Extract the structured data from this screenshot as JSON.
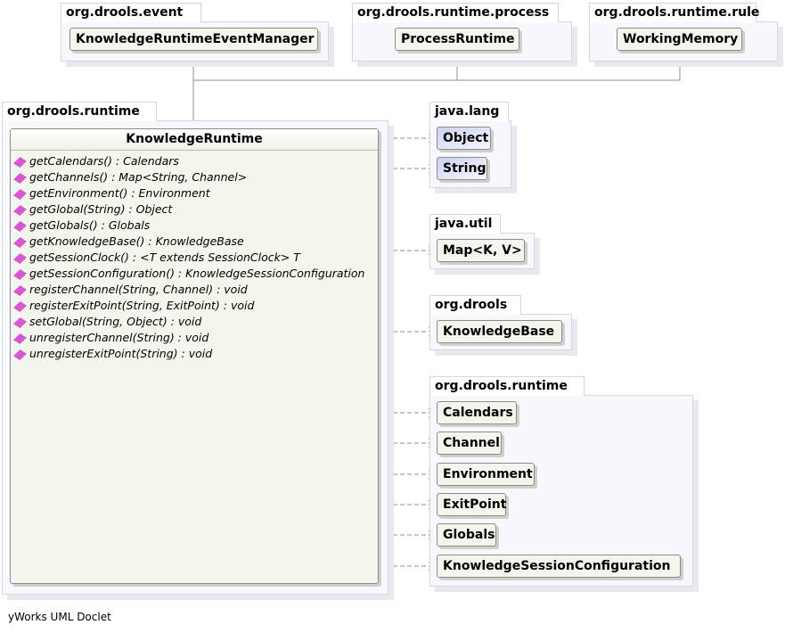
{
  "packages": {
    "event": {
      "name": "org.drools.event",
      "classes": [
        "KnowledgeRuntimeEventManager"
      ]
    },
    "process": {
      "name": "org.drools.runtime.process",
      "classes": [
        "ProcessRuntime"
      ]
    },
    "rule": {
      "name": "org.drools.runtime.rule",
      "classes": [
        "WorkingMemory"
      ]
    },
    "runtime_main": {
      "name": "org.drools.runtime"
    },
    "java_lang": {
      "name": "java.lang",
      "classes": [
        "Object",
        "String"
      ]
    },
    "java_util": {
      "name": "java.util",
      "classes": [
        "Map<K, V>"
      ]
    },
    "drools": {
      "name": "org.drools",
      "classes": [
        "KnowledgeBase"
      ]
    },
    "runtime_deps": {
      "name": "org.drools.runtime",
      "classes": [
        "Calendars",
        "Channel",
        "Environment",
        "ExitPoint",
        "Globals",
        "KnowledgeSessionConfiguration"
      ]
    }
  },
  "main_class": {
    "name": "KnowledgeRuntime",
    "methods": [
      "getCalendars() : Calendars",
      "getChannels() : Map<String, Channel>",
      "getEnvironment() : Environment",
      "getGlobal(String) : Object",
      "getGlobals() : Globals",
      "getKnowledgeBase() : KnowledgeBase",
      "getSessionClock() : <T extends SessionClock> T",
      "getSessionConfiguration() : KnowledgeSessionConfiguration",
      "registerChannel(String, Channel) : void",
      "registerExitPoint(String, ExitPoint) : void",
      "setGlobal(String, Object) : void",
      "unregisterChannel(String) : void",
      "unregisterExitPoint(String) : void"
    ]
  },
  "footer": "yWorks UML Doclet",
  "colors": {
    "package_bg": "#f7f7fd",
    "class_bg": "#f3f6ec",
    "method_icon": "#d757d3",
    "line": "#8f8f8f"
  }
}
